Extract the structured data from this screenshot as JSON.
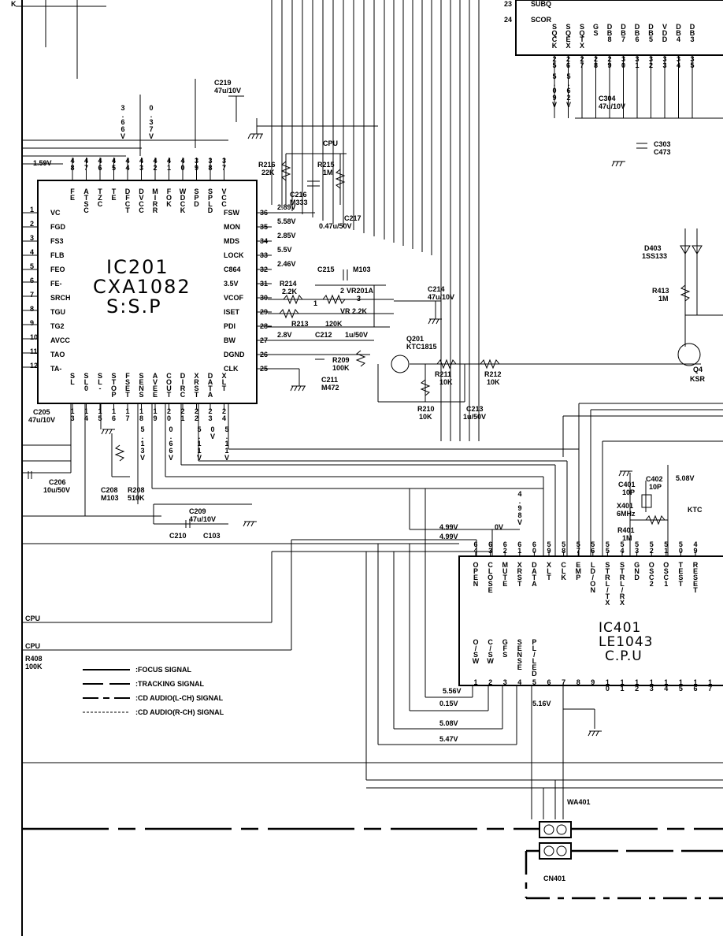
{
  "ic201": {
    "ref": "IC201",
    "part": "CXA1082",
    "func": "S:S.P",
    "top_pins": [
      {
        "num": "48",
        "name": "FE"
      },
      {
        "num": "47",
        "name": "ATSC"
      },
      {
        "num": "46",
        "name": "TZC"
      },
      {
        "num": "45",
        "name": "TE"
      },
      {
        "num": "44",
        "name": "DFCT"
      },
      {
        "num": "43",
        "name": "DVCC"
      },
      {
        "num": "42",
        "name": "MIRR"
      },
      {
        "num": "41",
        "name": "FOK"
      },
      {
        "num": "40",
        "name": "WDCK"
      },
      {
        "num": "39",
        "name": "SPD"
      },
      {
        "num": "38",
        "name": "SPLD"
      },
      {
        "num": "37",
        "name": "VCC"
      }
    ],
    "left_pins": [
      {
        "num": "1",
        "name": "VC"
      },
      {
        "num": "2",
        "name": "FGD"
      },
      {
        "num": "3",
        "name": "FS3"
      },
      {
        "num": "4",
        "name": "FLB"
      },
      {
        "num": "5",
        "name": "FEO"
      },
      {
        "num": "6",
        "name": "FE-"
      },
      {
        "num": "7",
        "name": "SRCH"
      },
      {
        "num": "8",
        "name": "TGU"
      },
      {
        "num": "9",
        "name": "TG2"
      },
      {
        "num": "10",
        "name": "AVCC"
      },
      {
        "num": "11",
        "name": "TAO"
      },
      {
        "num": "12",
        "name": "TA-"
      }
    ],
    "right_pins": [
      {
        "num": "36",
        "name": "FSW",
        "v": "2.89V"
      },
      {
        "num": "35",
        "name": "MON",
        "v": "5.58V"
      },
      {
        "num": "34",
        "name": "MDS",
        "v": "2.85V"
      },
      {
        "num": "33",
        "name": "LOCK",
        "v": "5.5V"
      },
      {
        "num": "32",
        "name": "C864",
        "v": "2.46V"
      },
      {
        "num": "31",
        "name": "3.5V",
        "v": ""
      },
      {
        "num": "30",
        "name": "VCOF",
        "v": ""
      },
      {
        "num": "29",
        "name": "ISET",
        "v": ""
      },
      {
        "num": "28",
        "name": "PDI",
        "v": ""
      },
      {
        "num": "27",
        "name": "BW",
        "v": "2.8V"
      },
      {
        "num": "26",
        "name": "DGND",
        "v": ""
      },
      {
        "num": "25",
        "name": "CLK",
        "v": ""
      }
    ],
    "bottom_pins": [
      {
        "num": "13",
        "name": "SL"
      },
      {
        "num": "14",
        "name": "SL0"
      },
      {
        "num": "15",
        "name": "SL-"
      },
      {
        "num": "16",
        "name": "STOP"
      },
      {
        "num": "17",
        "name": "FSET"
      },
      {
        "num": "18",
        "name": "SENS"
      },
      {
        "num": "19",
        "name": "AVEE"
      },
      {
        "num": "20",
        "name": "COUT"
      },
      {
        "num": "21",
        "name": "DIRC"
      },
      {
        "num": "22",
        "name": "XRST"
      },
      {
        "num": "23",
        "name": "DATA"
      },
      {
        "num": "24",
        "name": "XLT"
      }
    ],
    "bottom_volts": [
      "5.13V",
      "0.66V",
      "5.11V",
      "0V",
      "5.11V"
    ]
  },
  "ic401": {
    "ref": "IC401",
    "part": "LE1043",
    "func": "C.P.U",
    "top_pins": [
      {
        "num": "64",
        "name": "OPEN"
      },
      {
        "num": "63",
        "name": "CLOSE"
      },
      {
        "num": "62",
        "name": "MUTE"
      },
      {
        "num": "61",
        "name": "XRST"
      },
      {
        "num": "60",
        "name": "DATA"
      },
      {
        "num": "59",
        "name": "XLT"
      },
      {
        "num": "58",
        "name": "CLK"
      },
      {
        "num": "57",
        "name": "EMP"
      },
      {
        "num": "56",
        "name": "LD/ON"
      },
      {
        "num": "55",
        "name": "STRL/TX"
      },
      {
        "num": "54",
        "name": "STRL/RX"
      },
      {
        "num": "53",
        "name": "GND"
      },
      {
        "num": "52",
        "name": "OSC2"
      },
      {
        "num": "51",
        "name": "OSC1"
      },
      {
        "num": "50",
        "name": "TEST"
      },
      {
        "num": "49",
        "name": "RESET"
      }
    ],
    "bottom_pins": [
      {
        "num": "1",
        "name": "O/SW"
      },
      {
        "num": "2",
        "name": "C/SW"
      },
      {
        "num": "3",
        "name": "GFS"
      },
      {
        "num": "4",
        "name": "SENSE"
      },
      {
        "num": "5",
        "name": "PL/LED"
      },
      {
        "num": "6",
        "name": ""
      },
      {
        "num": "7",
        "name": ""
      },
      {
        "num": "8",
        "name": ""
      },
      {
        "num": "9",
        "name": ""
      },
      {
        "num": "10",
        "name": ""
      },
      {
        "num": "11",
        "name": ""
      },
      {
        "num": "12",
        "name": ""
      },
      {
        "num": "13",
        "name": ""
      },
      {
        "num": "14",
        "name": ""
      },
      {
        "num": "15",
        "name": ""
      },
      {
        "num": "16",
        "name": ""
      },
      {
        "num": "17",
        "name": ""
      }
    ],
    "volts": {
      "v499a": "4.99V",
      "v0": "0V",
      "v499b": "4.99V",
      "v498": "4.98V",
      "v556": "5.56V",
      "v015": "0.15V",
      "v508": "5.08V",
      "v547": "5.47V",
      "v516": "5.16V"
    }
  },
  "ic301": {
    "top_labels": {
      "subq": "SUBQ",
      "scor": "SCOR",
      "p23": "23",
      "p24": "24"
    },
    "pins": [
      {
        "num": "25",
        "name": "SQCK"
      },
      {
        "num": "26",
        "name": "SQEX"
      },
      {
        "num": "27",
        "name": "SQTX"
      },
      {
        "num": "28",
        "name": "GS"
      },
      {
        "num": "29",
        "name": "DB8"
      },
      {
        "num": "30",
        "name": "DB7"
      },
      {
        "num": "31",
        "name": "DB6"
      },
      {
        "num": "32",
        "name": "DB5"
      },
      {
        "num": "33",
        "name": "VDD"
      },
      {
        "num": "34",
        "name": "DB4"
      },
      {
        "num": "35",
        "name": "DB3"
      }
    ],
    "volts": [
      "5.09V",
      "5.62V"
    ]
  },
  "components": {
    "c219": {
      "ref": "C219",
      "val": "47u/10V"
    },
    "r216": {
      "ref": "R216",
      "val": "22K"
    },
    "r215": {
      "ref": "R215",
      "val": "1M"
    },
    "c216": {
      "ref": "C216",
      "val": "M333"
    },
    "c217": {
      "ref": "C217",
      "val": "0.47u/50V"
    },
    "cpu1": "CPU",
    "c215": {
      "ref": "C215",
      "val": "M103"
    },
    "r214": {
      "ref": "R214",
      "val": "2.2K"
    },
    "vr201a": {
      "ref": "VR201A",
      "val": "VR 2.2K",
      "pins": [
        "2",
        "1",
        "3"
      ]
    },
    "r213": {
      "ref": "R213",
      "val": "120K"
    },
    "c214": {
      "ref": "C214",
      "val": "47u/10V"
    },
    "c212": {
      "ref": "C212",
      "val": "1u/50V"
    },
    "r209": {
      "ref": "R209",
      "val": "100K"
    },
    "c211": {
      "ref": "C211",
      "val": "M472"
    },
    "q201": {
      "ref": "Q201",
      "val": "KTC1815"
    },
    "r211": {
      "ref": "R211",
      "val": "10K"
    },
    "r212": {
      "ref": "R212",
      "val": "10K"
    },
    "r210": {
      "ref": "R210",
      "val": "10K"
    },
    "c213": {
      "ref": "C213",
      "val": "1u/50V"
    },
    "c205": {
      "ref": "C205",
      "val": "47u/10V"
    },
    "c206": {
      "ref": "C206",
      "val": "10u/50V"
    },
    "c208": {
      "ref": "C208",
      "val": "M103"
    },
    "r208": {
      "ref": "R208",
      "val": "510K"
    },
    "c209": {
      "ref": "C209",
      "val": "47u/10V"
    },
    "c210": {
      "ref": "C210",
      "val": "C103"
    },
    "c304": {
      "ref": "C304",
      "val": "47u/10V"
    },
    "c303": {
      "ref": "C303",
      "val": "C473"
    },
    "d403": {
      "ref": "D403",
      "val": "1SS133"
    },
    "r413": {
      "ref": "R413",
      "val": "1M"
    },
    "q4": {
      "ref": "Q4",
      "val": "KSR"
    },
    "c401": {
      "ref": "C401",
      "val": "10P"
    },
    "c402": {
      "ref": "C402",
      "val": "10P"
    },
    "x401": {
      "ref": "X401",
      "val": "6MHz"
    },
    "r401": {
      "ref": "R401",
      "val": "1M"
    },
    "kt": "KTC",
    "v508": "5.08V",
    "r408": {
      "ref": "R408",
      "val": "100K"
    },
    "cpu2": "CPU",
    "cpu3": "CPU",
    "wa401": "WA401",
    "cn401": "CN401",
    "v159": "1.59V",
    "misc_left": [
      "3.66V",
      "0.37V"
    ]
  },
  "legend": [
    {
      "label": ":FOCUS  SIGNAL",
      "style": "solid"
    },
    {
      "label": ":TRACKING  SIGNAL",
      "style": "longdash"
    },
    {
      "label": ":CD  AUDIO(L-CH)  SIGNAL",
      "style": "dashdot"
    },
    {
      "label": ":CD  AUDIO(R-CH)  SIGNAL",
      "style": "dotted"
    }
  ],
  "corner": "K"
}
